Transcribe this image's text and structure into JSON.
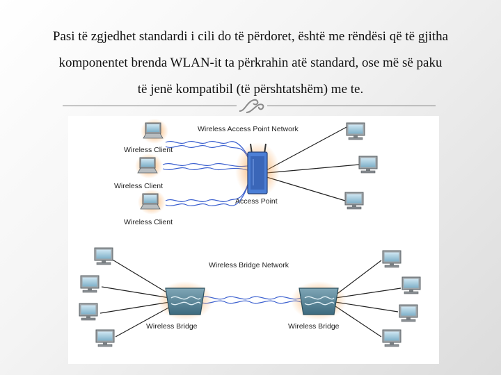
{
  "slide": {
    "paragraph_lines": [
      "Pasi të zgjedhet standardi i cili do të përdoret, është me rëndësi që të gjitha",
      "komponentet brenda WLAN-it ta përkrahin atë standard, ose më së paku",
      "të jenë kompatibil (të përshtatshëm) me te."
    ]
  },
  "diagram": {
    "access_point_network_title": "Wireless Access Point Network",
    "bridge_network_title": "Wireless Bridge Network",
    "wireless_client_label": "Wireless Client",
    "access_point_label": "Access Point",
    "wireless_bridge_label": "Wireless Bridge",
    "icons": {
      "laptop": "laptop-icon",
      "desktop": "desktop-computer-icon",
      "access_point": "access-point-icon",
      "bridge": "wireless-bridge-icon",
      "ornament": "scroll-ornament-icon"
    },
    "colors": {
      "radio_wave": "#3a5fcf",
      "cable": "#222222",
      "device_blue": "#4c7fd6",
      "glow": "#f39a3a"
    }
  }
}
